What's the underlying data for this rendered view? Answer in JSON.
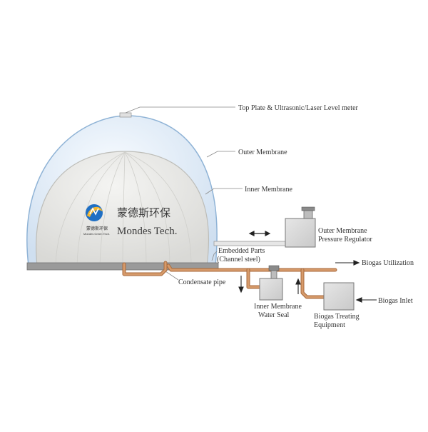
{
  "brand": {
    "name_cn": "蒙德斯环保",
    "name_en": "Mondes Tech.",
    "logo_cn": "蒙德斯环保",
    "logo_en": "Mondes Green Tech."
  },
  "labels": {
    "top_plate": "Top Plate & Ultrasonic/Laser Level meter",
    "outer_membrane": "Outer Membrane",
    "inner_membrane": "Inner Membrane",
    "outer_regulator_line1": "Outer Membrane",
    "outer_regulator_line2": "Pressure Regulator",
    "embedded_line1": "Embedded Parts",
    "embedded_line2": "(Channel steel)",
    "biogas_utilization": "Biogas Utilization",
    "condensate_pipe": "Condensate pipe",
    "water_seal_line1": "Inner Membrane",
    "water_seal_line2": "Water Seal",
    "treating_line1": "Biogas Treating",
    "treating_line2": "Equipment",
    "biogas_inlet": "Biogas Inlet"
  },
  "colors": {
    "pipe": "#d69a6a",
    "pipe_dark": "#a86a3c",
    "outer_membrane": "#dfeaf5",
    "inner_membrane": "#e8e8e6",
    "equipment": "#d9d9d9",
    "logo_blue": "#1f6fc4",
    "logo_yellow": "#f2b632"
  }
}
